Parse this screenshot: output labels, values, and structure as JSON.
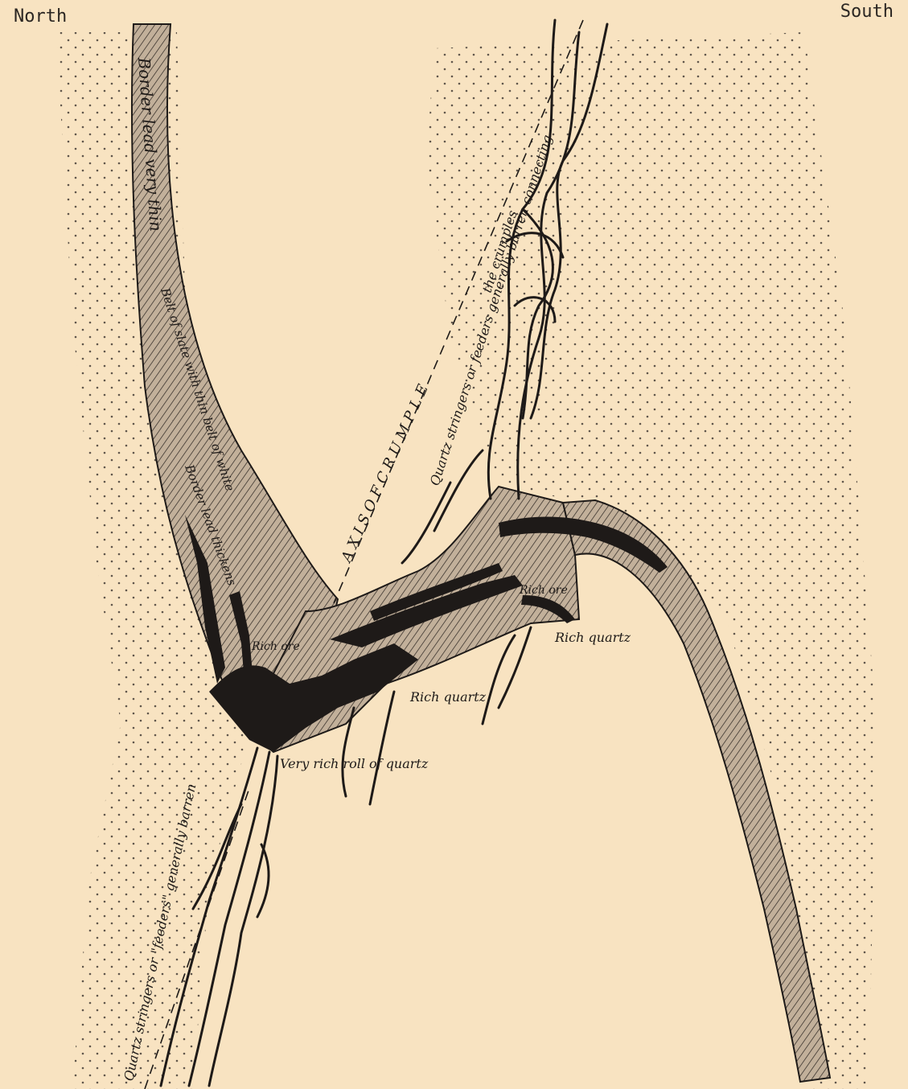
{
  "compass": {
    "north": "North",
    "south": "South"
  },
  "labels": {
    "border_lead_thin": "Border lead very thin",
    "belt_of_slate": "Belt of slate with thin belt of white",
    "border_lead_thickens": "Border lead thickens",
    "axis_of_crumple": "A X I S   O F   C R U M P L E",
    "quartz_stringers_top": "Quartz stringers or feeders generally barren connecting",
    "the_crumples": "the crumples",
    "rich_ore_left": "Rich ore",
    "rich_ore_right": "Rich ore",
    "rich_quartz_right": "Rich quartz",
    "rich_quartz_center": "Rich quartz",
    "very_rich_roll": "Very rich roll of quartz",
    "quartz_stringers_bottom": "Quartz stringers or \"feeders\" generally barren"
  },
  "colors": {
    "paper": "#f8e3c1",
    "ink": "#1e1a18",
    "hatch_fill": "#bfae98"
  }
}
